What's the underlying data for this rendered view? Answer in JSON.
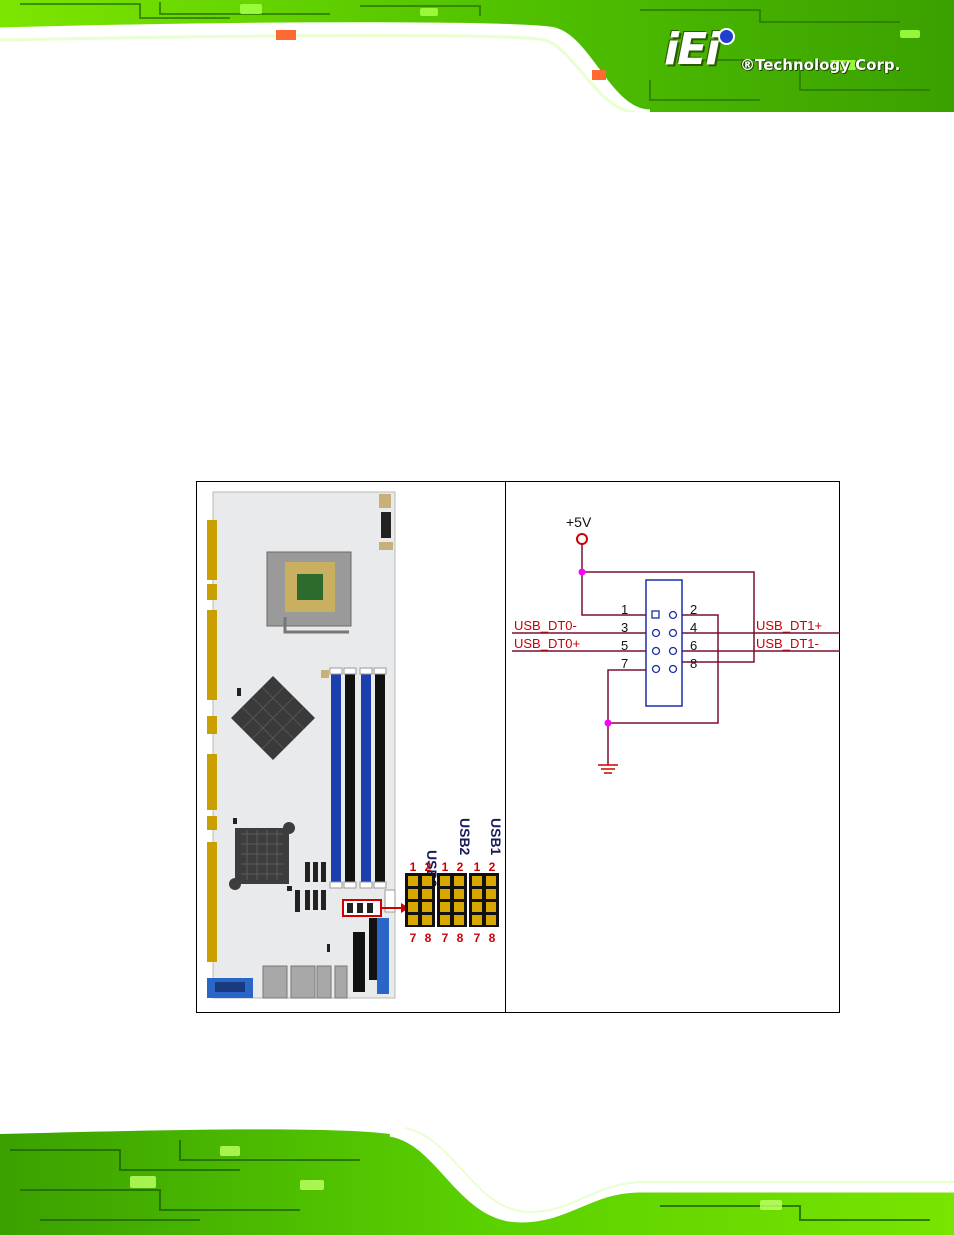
{
  "brand": {
    "logo_mark": "iEi",
    "company": "®Technology Corp."
  },
  "colors": {
    "header_green": "#5fd400",
    "pcb_dark": "#1f5a00",
    "signal_red": "#cc0000",
    "wire_dark_red": "#7a1030",
    "connector_blue": "#1a2fa8",
    "node_magenta": "#ff00ff"
  },
  "figure": {
    "board": {
      "headers": [
        {
          "label": "USB3",
          "pin_top": [
            "1",
            "2"
          ],
          "pin_bottom": [
            "7",
            "8"
          ]
        },
        {
          "label": "USB2",
          "pin_top": [
            "1",
            "2"
          ],
          "pin_bottom": [
            "7",
            "8"
          ]
        },
        {
          "label": "USB1",
          "pin_top": [
            "1",
            "2"
          ],
          "pin_bottom": [
            "7",
            "8"
          ]
        }
      ]
    },
    "schematic": {
      "power_label": "+5V",
      "pin_numbers_left": [
        "1",
        "3",
        "5",
        "7"
      ],
      "pin_numbers_right": [
        "2",
        "4",
        "6",
        "8"
      ],
      "signals_left": [
        "USB_DT0-",
        "USB_DT0+"
      ],
      "signals_right": [
        "USB_DT1+",
        "USB_DT1-"
      ]
    }
  }
}
